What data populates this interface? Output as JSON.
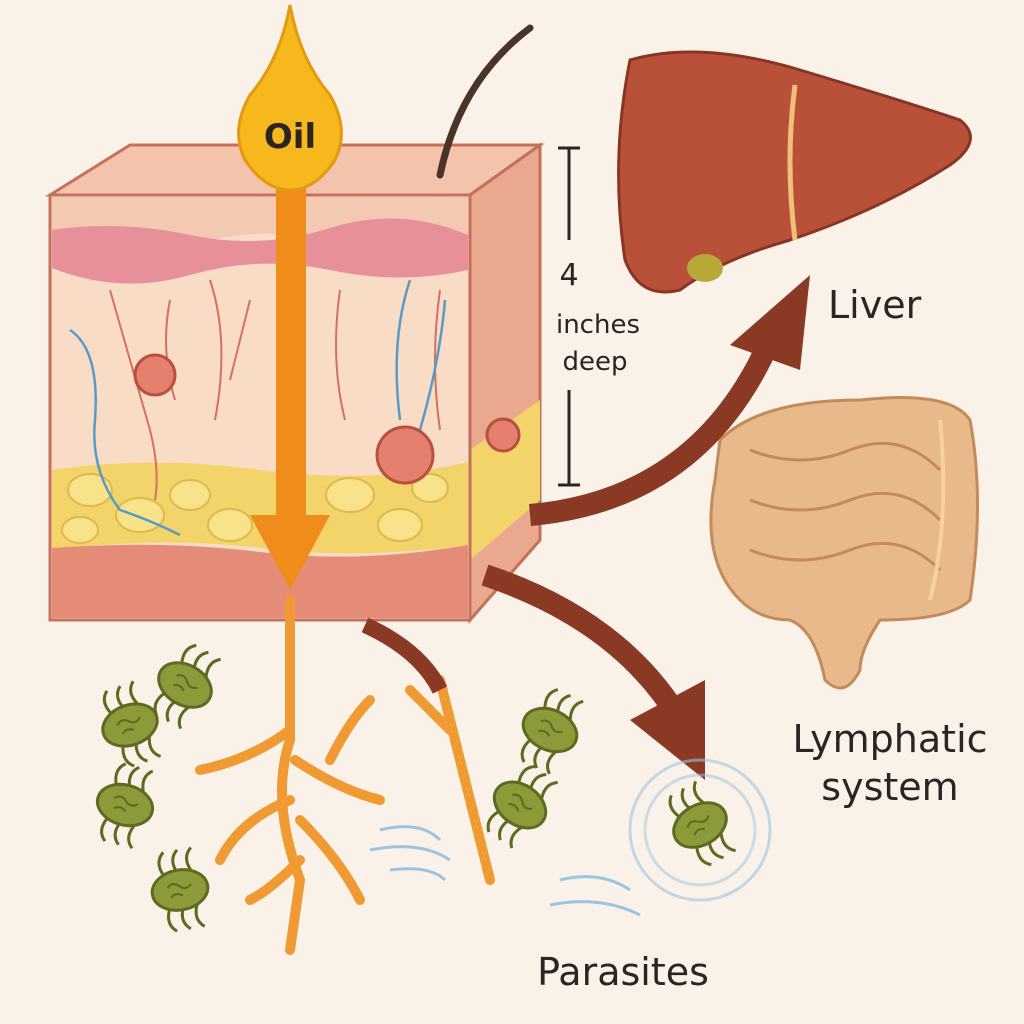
{
  "labels": {
    "oil": "Oil",
    "depth_number": "4",
    "depth_unit": "inches",
    "depth_word": "deep",
    "liver": "Liver",
    "lymphatic_line1": "Lymphatic",
    "lymphatic_line2": "system",
    "parasites": "Parasites"
  },
  "colors": {
    "background": "#faf2e8",
    "oil": "#f6b81c",
    "oil_arrow": "#f08c1a",
    "flow_arrow": "#8a3a24",
    "liver": "#b9513a",
    "intestine": "#e8b98a",
    "fat_layer": "#f3d46a",
    "parasite": "#8c9a3a",
    "skin_top": "#f0b8a0",
    "muscle": "#e48c78"
  },
  "icons": [
    "oil-drop-icon",
    "liver-icon",
    "intestine-icon",
    "parasite-icon",
    "hair-icon"
  ]
}
